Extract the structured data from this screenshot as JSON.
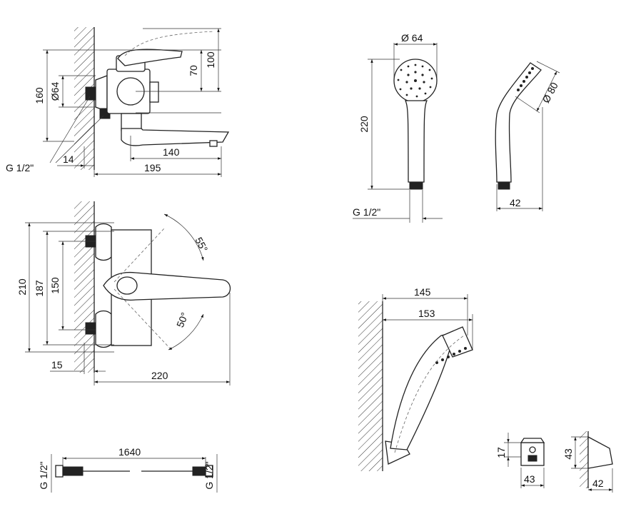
{
  "drawing": {
    "mixer_side": {
      "dims": [
        "160",
        "Ø64",
        "70",
        "100",
        "140",
        "195",
        "14",
        "G 1/2\""
      ]
    },
    "mixer_top": {
      "dims": [
        "210",
        "187",
        "150",
        "15",
        "220",
        "55°",
        "50°"
      ]
    },
    "hose": {
      "dims": [
        "1640",
        "G 1/2\"",
        "G 1/2\""
      ]
    },
    "hand_shower_front": {
      "dims": [
        "Ø 64",
        "220",
        "G 1/2\""
      ]
    },
    "hand_shower_side": {
      "dims": [
        "Ø 80",
        "42"
      ]
    },
    "holder_assembly": {
      "dims": [
        "145",
        "153"
      ]
    },
    "holder_front": {
      "dims": [
        "17",
        "43"
      ]
    },
    "holder_side": {
      "dims": [
        "43",
        "42"
      ]
    }
  }
}
